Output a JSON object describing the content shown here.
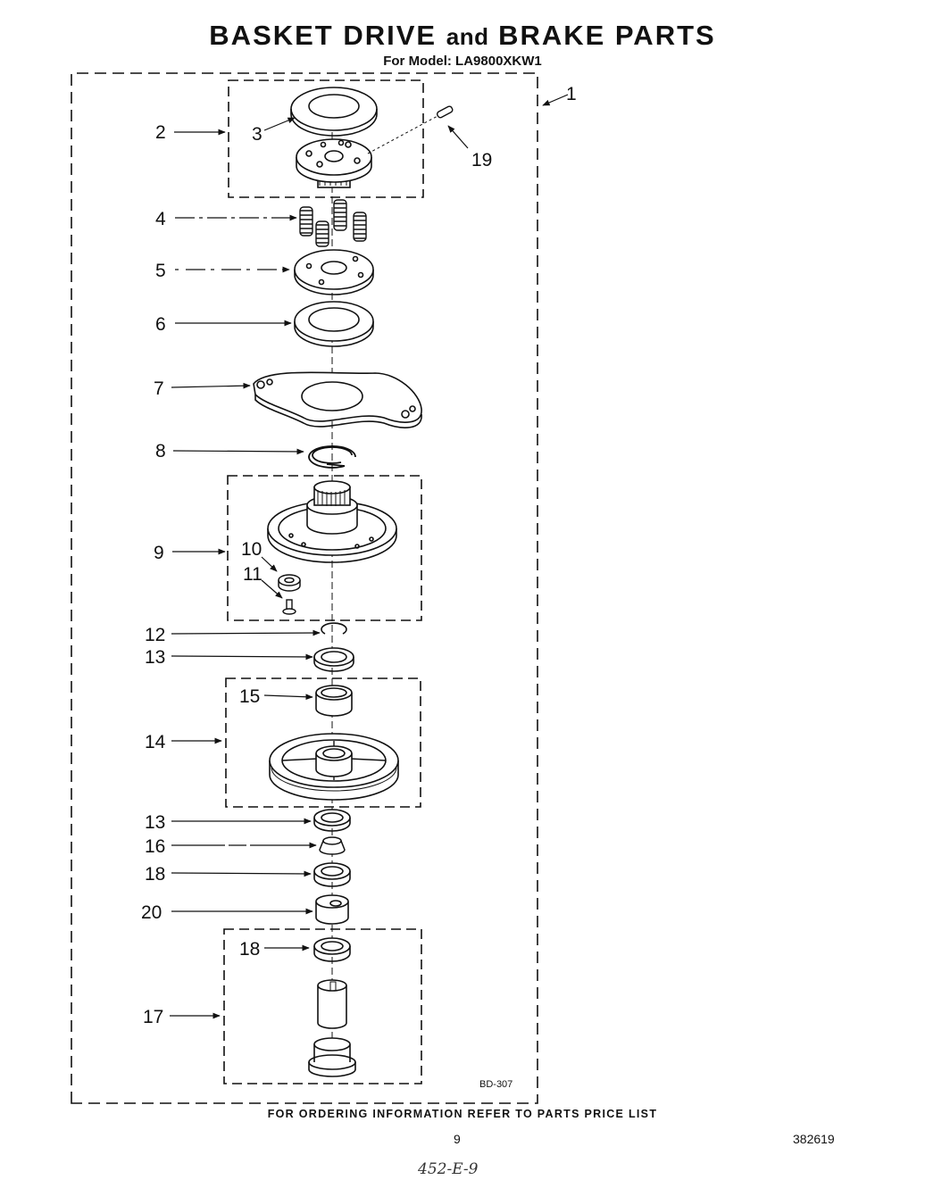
{
  "header": {
    "title_part1": "BASKET DRIVE",
    "title_part2": "and",
    "title_part3": "BRAKE PARTS",
    "model": "For Model: LA9800XKW1"
  },
  "diagram": {
    "code": "BD-307",
    "callouts": [
      "1",
      "2",
      "3",
      "4",
      "5",
      "6",
      "7",
      "8",
      "9",
      "10",
      "11",
      "12",
      "13",
      "15",
      "14",
      "13",
      "16",
      "18",
      "20",
      "18",
      "17",
      "19"
    ]
  },
  "footer": {
    "ordering_note": "FOR ORDERING INFORMATION REFER TO PARTS PRICE LIST",
    "page_number": "9",
    "doc_number": "382619",
    "handwritten_note": "452-E-9"
  }
}
